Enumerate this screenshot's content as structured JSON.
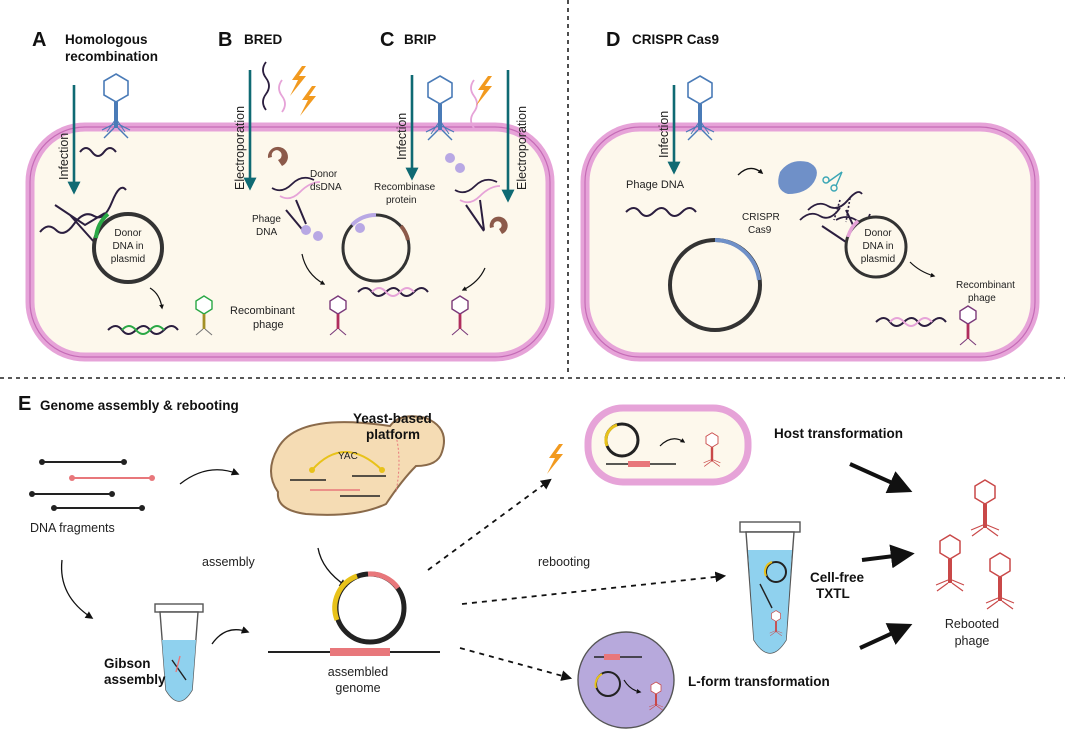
{
  "panels": {
    "a": {
      "letter": "A",
      "title_line1": "Homologous",
      "title_line2": "recombination",
      "infection": "Infection",
      "donor_line1": "Donor",
      "donor_line2": "DNA in",
      "donor_line3": "plasmid"
    },
    "b": {
      "letter": "B",
      "title": "BRED",
      "electroporation": "Electroporation",
      "donor_line1": "Donor",
      "donor_line2": "dsDNA",
      "phage_line1": "Phage",
      "phage_line2": "DNA",
      "recombinant_line1": "Recombinant",
      "recombinant_line2": "phage"
    },
    "c": {
      "letter": "C",
      "title": "BRIP",
      "infection": "Infection",
      "electroporation": "Electroporation",
      "recombinase_line1": "Recombinase",
      "recombinase_line2": "protein"
    },
    "d": {
      "letter": "D",
      "title": "CRISPR Cas9",
      "infection": "Infection",
      "phage_dna": "Phage DNA",
      "crispr_line1": "CRISPR",
      "crispr_line2": "Cas9",
      "donor_line1": "Donor",
      "donor_line2": "DNA in",
      "donor_line3": "plasmid",
      "recombinant_line1": "Recombinant",
      "recombinant_line2": "phage"
    },
    "e": {
      "letter": "E",
      "title": "Genome assembly & rebooting",
      "dna_fragments": "DNA fragments",
      "yeast_line1": "Yeast-based",
      "yeast_line2": "platform",
      "yac": "YAC",
      "assembly": "assembly",
      "gibson_line1": "Gibson",
      "gibson_line2": "assembly",
      "assembled_line1": "assembled",
      "assembled_line2": "genome",
      "rebooting": "rebooting",
      "host_transformation": "Host transformation",
      "cellfree_line1": "Cell-free",
      "cellfree_line2": "TXTL",
      "lform_transformation": "L-form transformation",
      "rebooted_line1": "Rebooted",
      "rebooted_line2": "phage"
    }
  },
  "colors": {
    "cell_membrane": "#e6a3d8",
    "cell_fill": "#fdf8ec",
    "arrow_teal": "#0f6a73",
    "lightning": "#f29a1f",
    "phage_blue": "#4a7bb7",
    "donor_green": "#2aa845",
    "donor_pink": "#e6a3d8",
    "phage_red": "#c94848",
    "yac_yellow": "#e8c21a",
    "yeast_fill": "#f5dcb4",
    "lform_fill": "#b7a9dc",
    "cas9_blue": "#6f90c8",
    "tube_blue": "#8fd1ee",
    "fragment_pink": "#e8777b"
  }
}
